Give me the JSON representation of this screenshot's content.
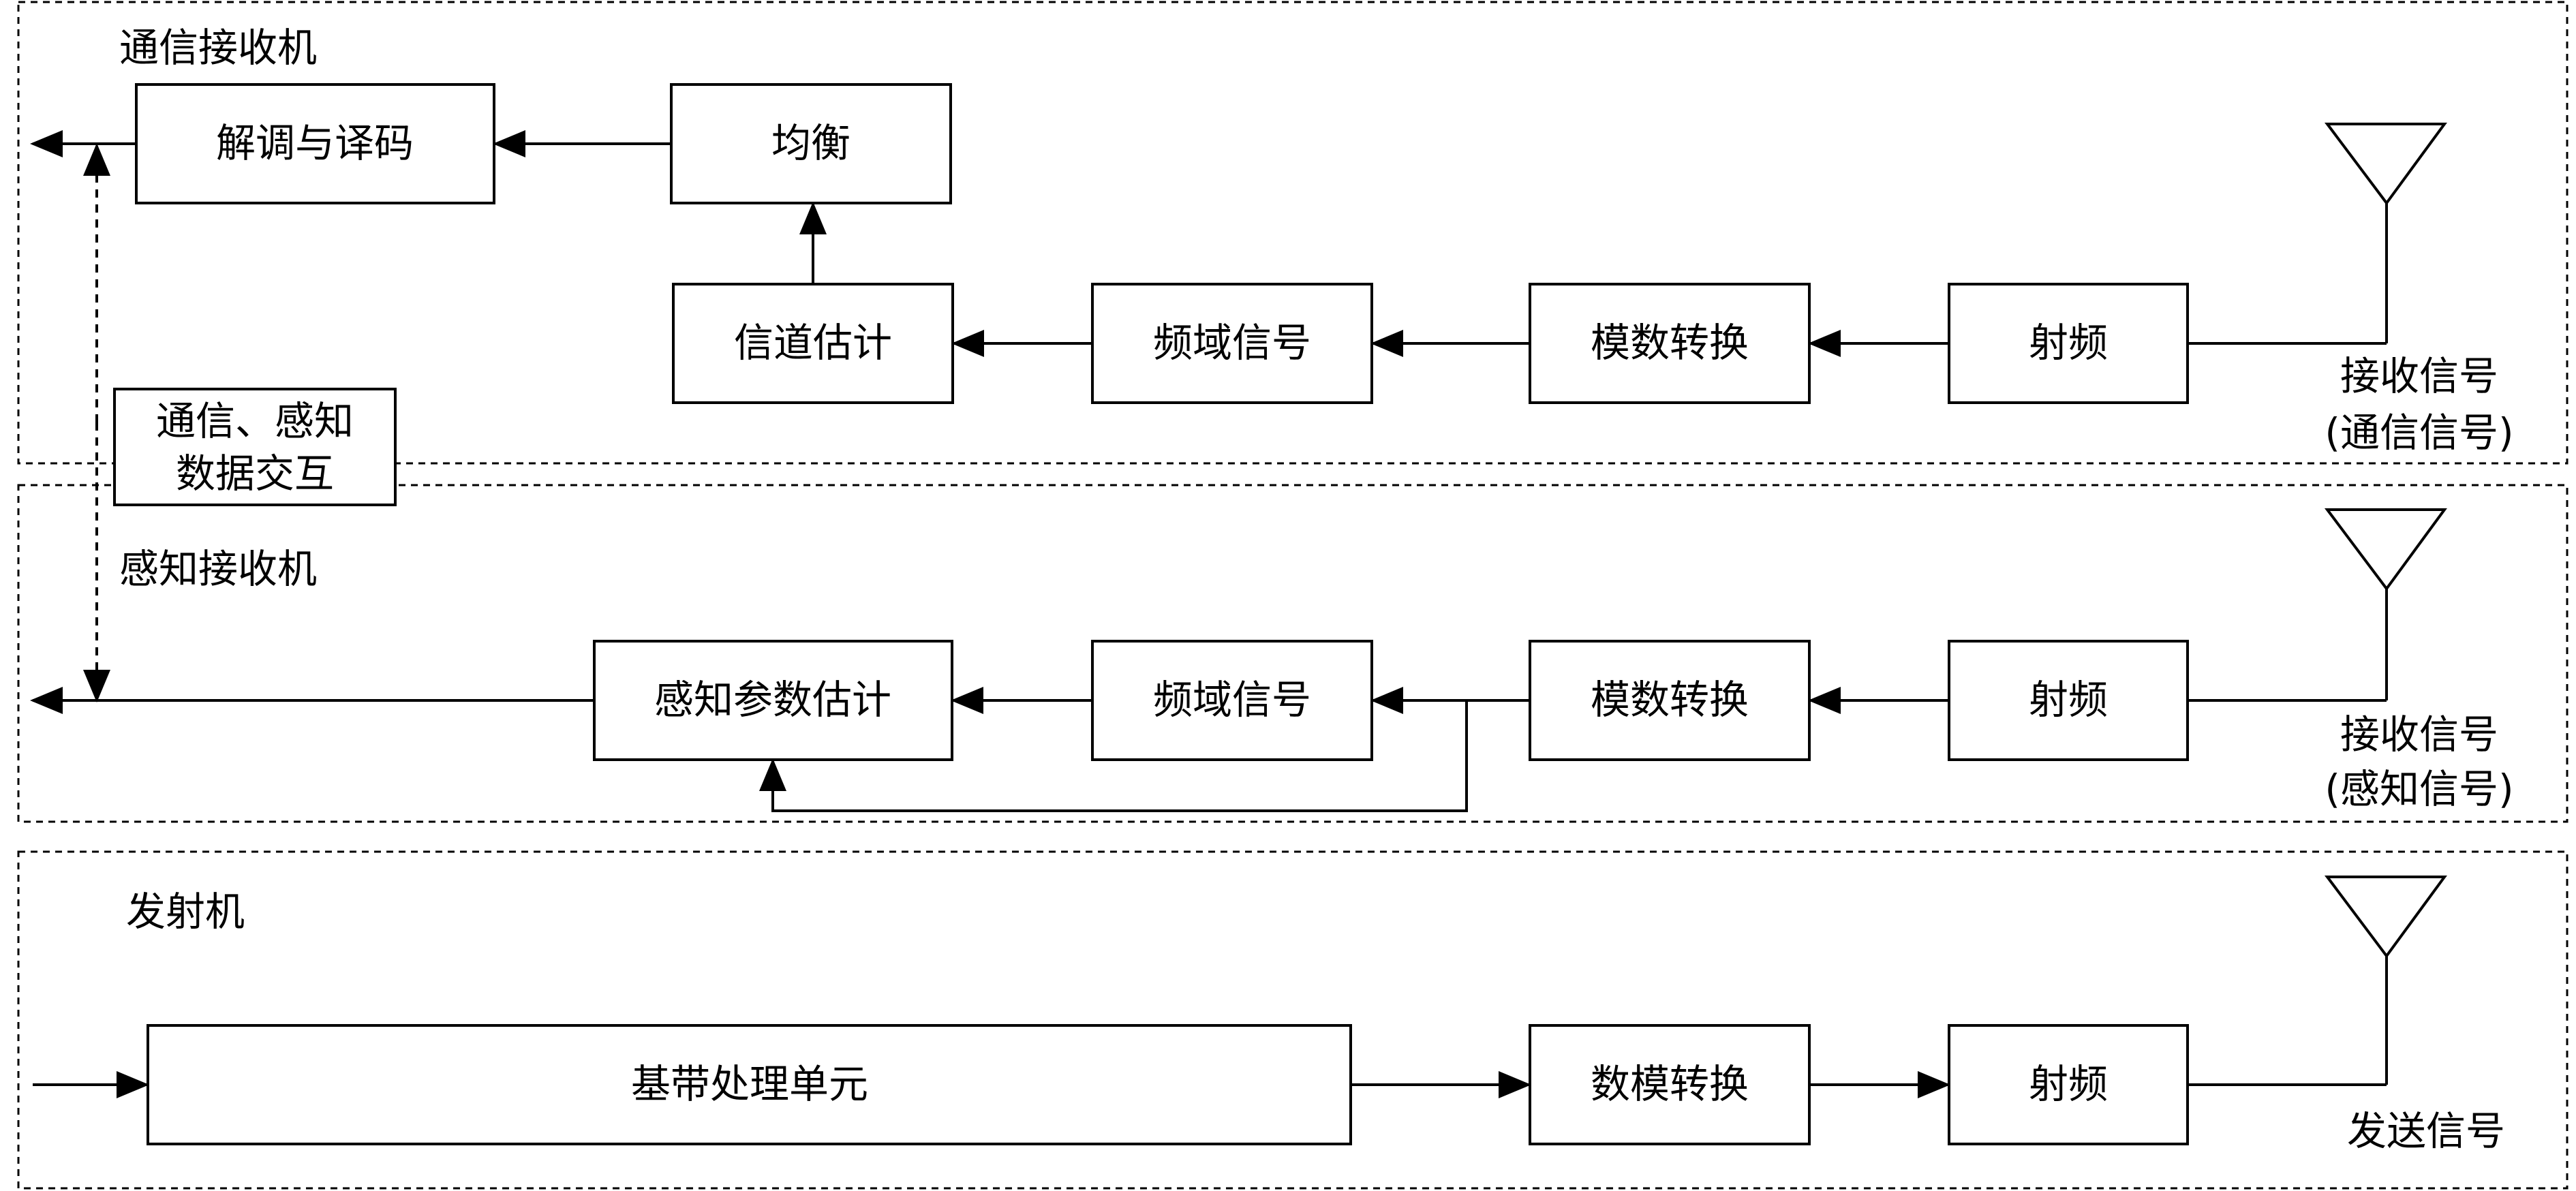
{
  "sections": {
    "comm_receiver": "通信接收机",
    "sense_receiver": "感知接收机",
    "transmitter": "发射机"
  },
  "blocks": {
    "demod_decode": "解调与译码",
    "equalization": "均衡",
    "channel_estimation": "信道估计",
    "freq_signal_comm": "频域信号",
    "adc_comm": "模数转换",
    "rf_comm": "射频",
    "sense_param_estimation": "感知参数估计",
    "freq_signal_sense": "频域信号",
    "adc_sense": "模数转换",
    "rf_sense": "射频",
    "baseband": "基带处理单元",
    "dac": "数模转换",
    "rf_tx": "射频"
  },
  "data_exchange": {
    "line1": "通信、感知",
    "line2": "数据交互"
  },
  "antenna_labels": {
    "comm_line1": "接收信号",
    "comm_line2": "(通信信号)",
    "sense_line1": "接收信号",
    "sense_line2": "(感知信号)",
    "tx": "发送信号"
  },
  "colors": {
    "stroke": "#000000",
    "background": "#ffffff"
  }
}
